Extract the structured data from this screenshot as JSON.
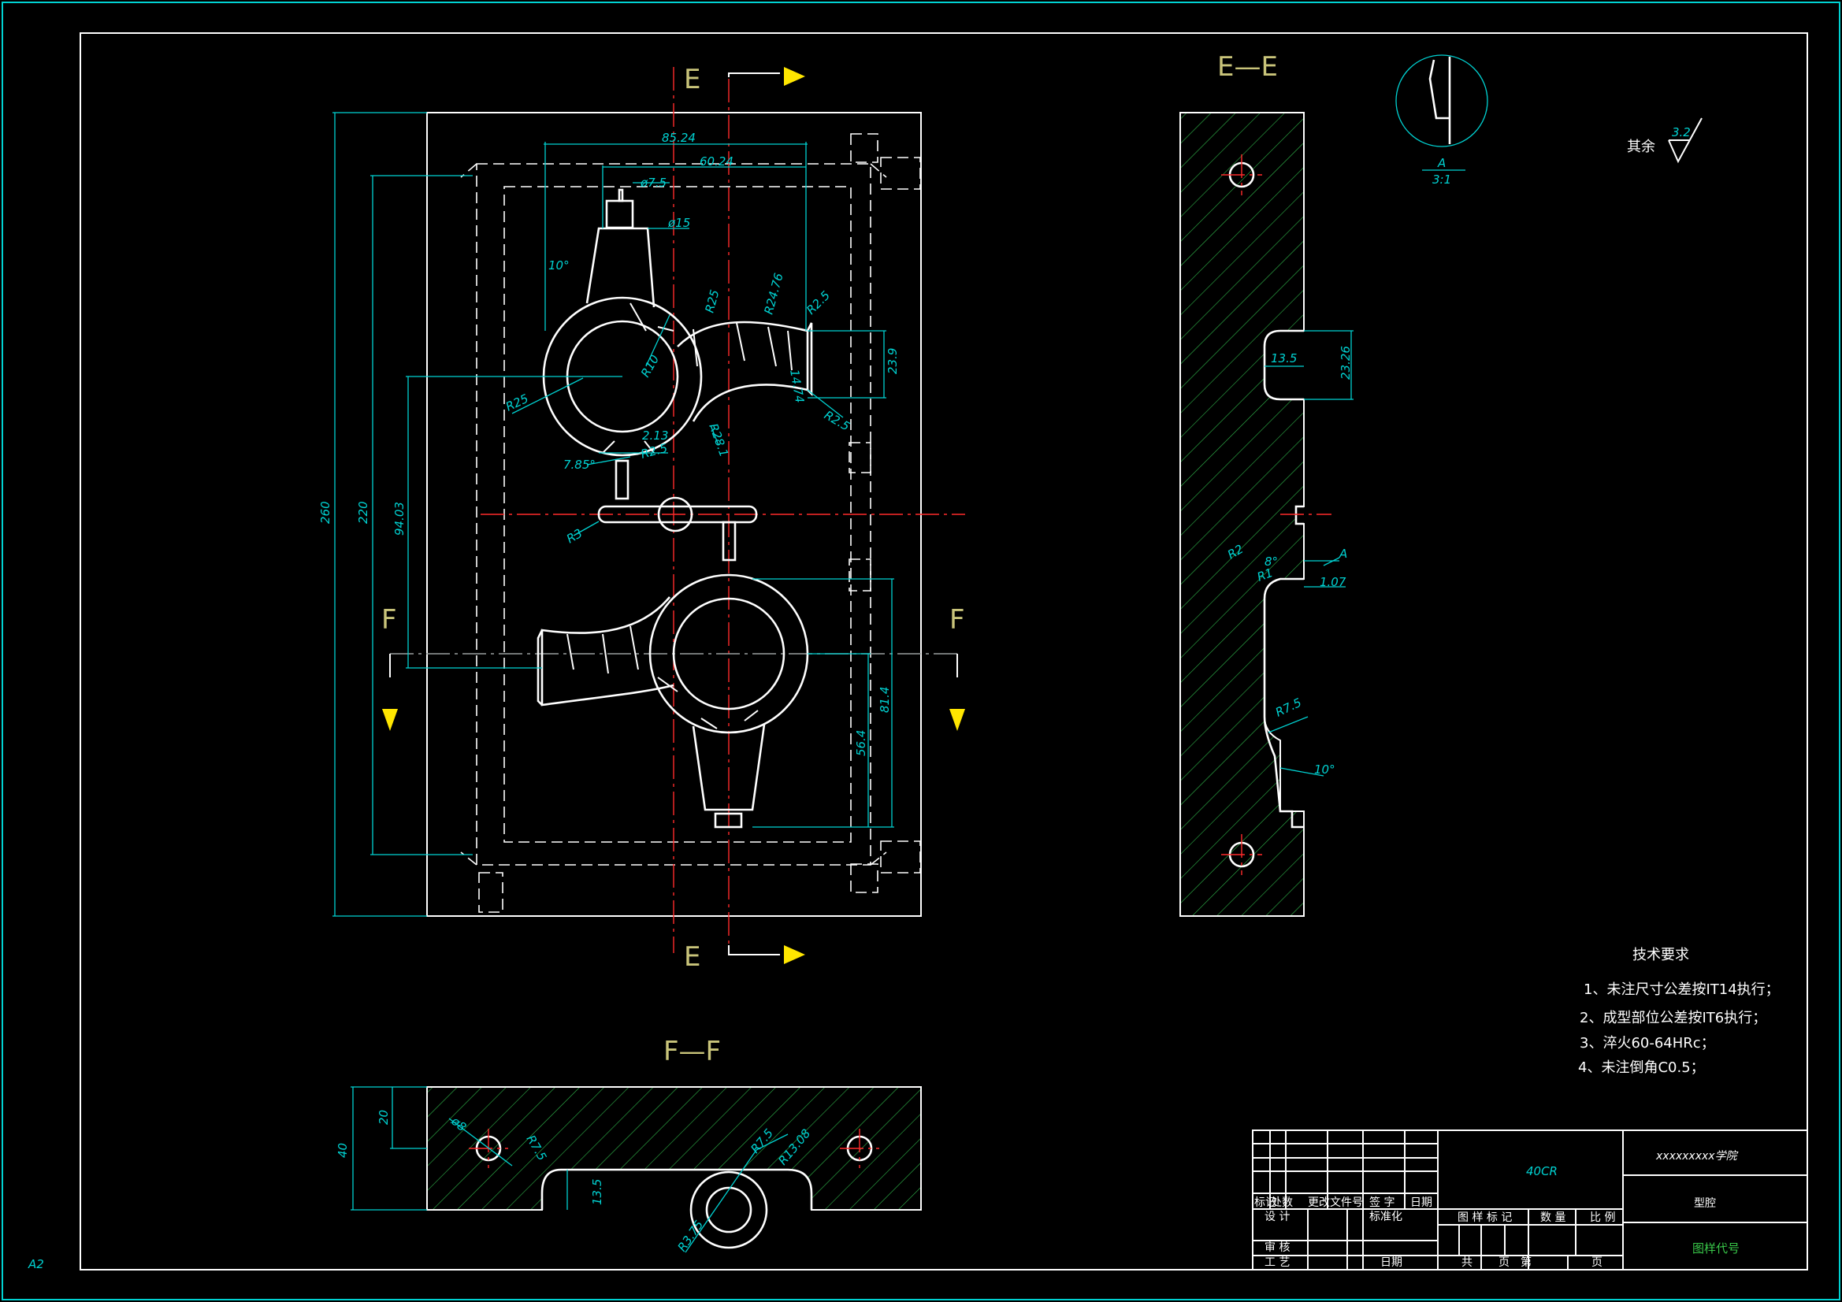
{
  "sheet_size": "A2",
  "section_labels": {
    "e": "E",
    "f": "F",
    "ee": "E—E",
    "ff": "F—F"
  },
  "detail": {
    "label": "A",
    "scale": "3:1"
  },
  "roughness": {
    "prefix": "其余",
    "value": "3.2"
  },
  "main_view_dims": {
    "d85": "85.24",
    "d60": "60.24",
    "d7_5": "ø7.5",
    "d15": "ø15",
    "a10": "10°",
    "r25a": "R25",
    "r24": "R24.76",
    "r2_5a": "R2.5",
    "r10": "R10",
    "d14": "14.74",
    "d23_9": "23.9",
    "r25b": "R25",
    "r2_5b": "R2.5",
    "r28": "R28.1",
    "d2_13": "2.13",
    "r2_5c": "R2.5",
    "a7_85": "7.85°",
    "r3": "R3",
    "d260": "260",
    "d220": "220",
    "d94": "94.03",
    "d81": "81.4",
    "d56": "56.4"
  },
  "ee_dims": {
    "d13_5": "13.5",
    "d23_26": "23.26",
    "r2": "R2",
    "a8": "8°",
    "r1": "R1",
    "a": "A",
    "d1_07": "1.07",
    "r7_5": "R7.5",
    "a10": "10°"
  },
  "ff_dims": {
    "d40": "40",
    "d20": "20",
    "d8": "ø8",
    "r7_5a": "R7.5",
    "d13_5": "13.5",
    "r7_5b": "R7.5",
    "r13": "R13.08",
    "r3_75": "R3.75"
  },
  "tech_req": {
    "title": "技术要求",
    "items": [
      "1、未注尺寸公差按IT14执行；",
      "2、成型部位公差按IT6执行；",
      "3、淬火60-64HRc；",
      "4、未注倒角C0.5；"
    ]
  },
  "title_block": {
    "material": "40CR",
    "school": "xxxxxxxxx学院",
    "part_name": "型腔",
    "drawing_no": "图样代号",
    "col_mark": "标记",
    "col_count": "处数",
    "col_doc": "更改文件号",
    "col_sign": "签 字",
    "col_date": "日期",
    "design": "设 计",
    "standard": "标准化",
    "review": "审 核",
    "process": "工 艺",
    "date": "日期",
    "fig_mark": "图 样 标 记",
    "qty": "数 量",
    "scale": "比 例",
    "total": "共",
    "page": "页",
    "sheet": "第",
    "page2": "页"
  },
  "colors": {
    "outline": "#ffffff",
    "dimension": "#00d2d2",
    "center": "#ff2a2a",
    "hatch": "#2fb54a",
    "label": "#c9c47a",
    "arrow": "#ffe600"
  }
}
